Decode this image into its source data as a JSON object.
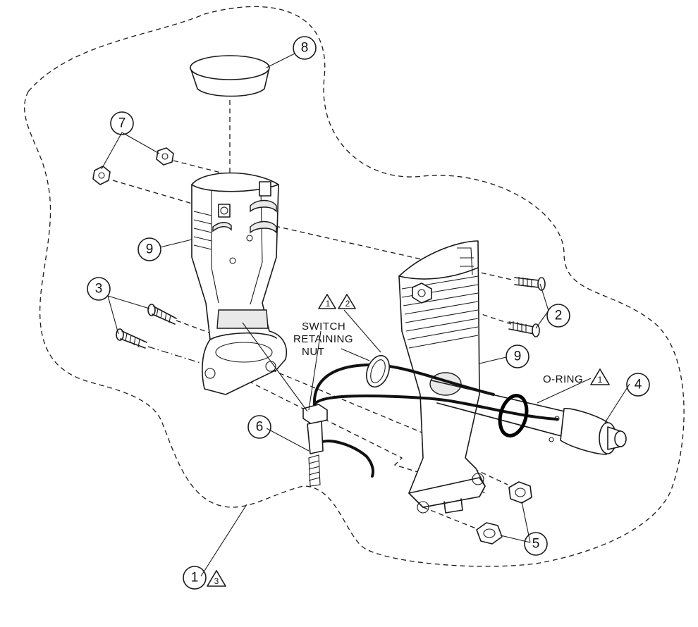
{
  "callouts": [
    {
      "id": "c1",
      "number": "1"
    },
    {
      "id": "c2",
      "number": "2"
    },
    {
      "id": "c3",
      "number": "3"
    },
    {
      "id": "c4",
      "number": "4"
    },
    {
      "id": "c5",
      "number": "5"
    },
    {
      "id": "c6",
      "number": "6"
    },
    {
      "id": "c7",
      "number": "7"
    },
    {
      "id": "c8",
      "number": "8"
    },
    {
      "id": "c9a",
      "number": "9"
    },
    {
      "id": "c9b",
      "number": "9"
    }
  ],
  "notes": {
    "triangle_1a": "1",
    "triangle_2": "2",
    "triangle_1b": "1",
    "triangle_3": "3"
  },
  "labels": {
    "switch_retaining_nut": [
      "SWITCH",
      "RETAINING",
      "NUT"
    ],
    "o_ring": "O-RING"
  }
}
